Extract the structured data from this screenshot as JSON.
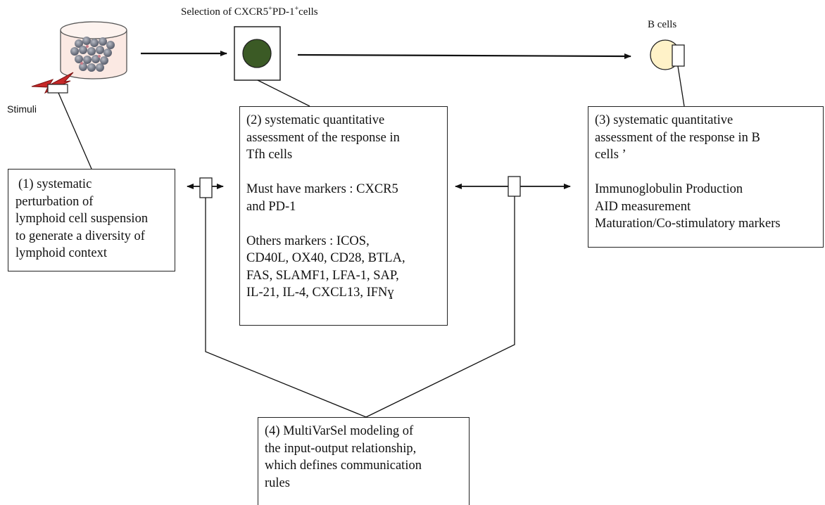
{
  "labels": {
    "selection": {
      "prefix": "Selection of CXCR5",
      "sup1": "+",
      "mid": "PD-1",
      "sup2": "+",
      "suffix": "cells"
    },
    "b_cells": "B cells",
    "stimuli": "Stimuli"
  },
  "box1": {
    "lines": [
      "(1) systematic",
      "perturbation of",
      "lymphoid cell suspension",
      "to generate a diversity of",
      "lymphoid context"
    ]
  },
  "box2": {
    "paragraph1": [
      "(2) systematic quantitative",
      "assessment of  the response in",
      "Tfh cells"
    ],
    "paragraph2": [
      "Must have markers : CXCR5",
      "and PD-1"
    ],
    "paragraph3": [
      "Others markers : ICOS,",
      "CD40L, OX40, CD28, BTLA,",
      "FAS, SLAMF1, LFA-1, SAP,",
      "IL-21, IL-4, CXCL13, IFNɣ"
    ]
  },
  "box3": {
    "paragraph1": [
      "(3) systematic quantitative",
      "assessment of  the response in B",
      "cells ’"
    ],
    "paragraph2": [
      "Immunoglobulin Production",
      "AID measurement",
      "Maturation/Co-stimulatory markers"
    ]
  },
  "box4": {
    "lines": [
      "(4) MultiVarSel modeling of",
      "the input-output relationship,",
      "which defines communication",
      "rules"
    ]
  },
  "colors": {
    "tfh_cell": "#3b5a25",
    "b_cell": "#fff2c8",
    "stimulus_red": "#c62828",
    "line": "#111111"
  }
}
